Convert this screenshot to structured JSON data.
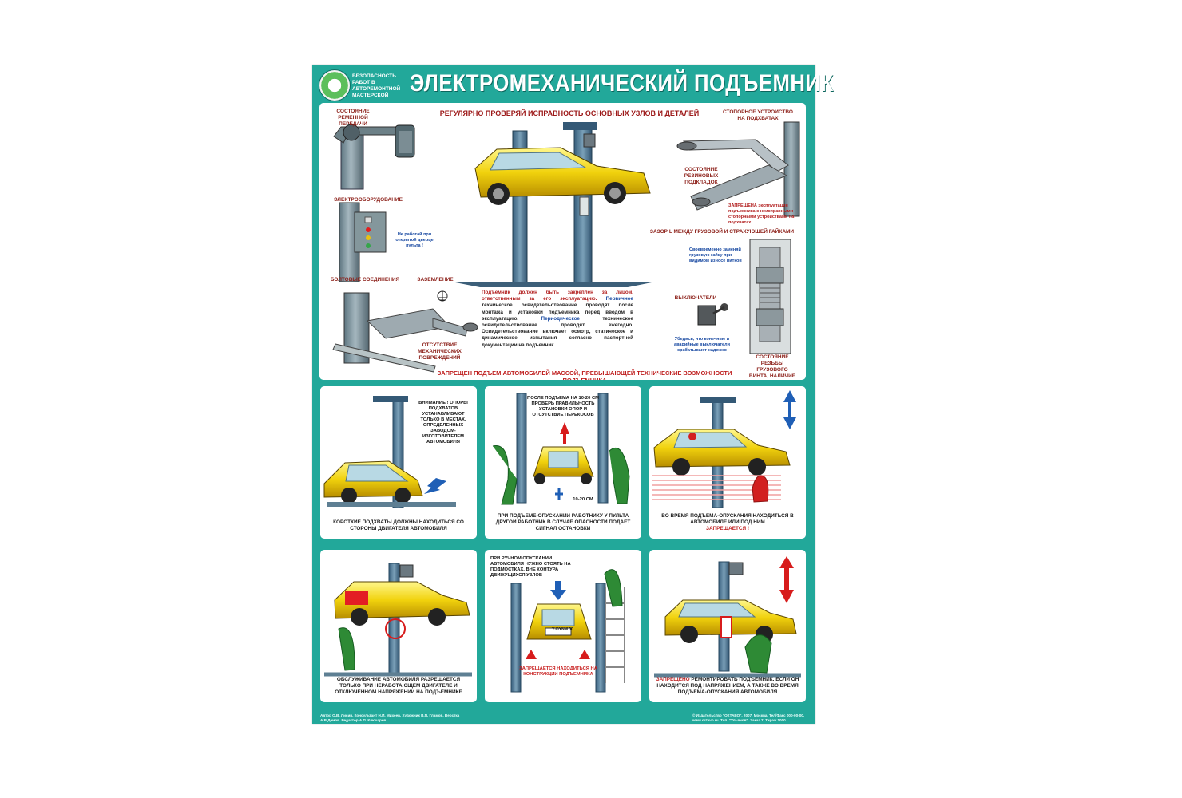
{
  "poster": {
    "logo_caption": "БЕЗОПАСНОСТЬ РАБОТ В АВТОРЕМОНТНОЙ МАСТЕРСКОЙ",
    "title": "ЭЛЕКТРОМЕХАНИЧЕСКИЙ ПОДЪЕМНИК"
  },
  "top_panel": {
    "main_heading": "РЕГУЛЯРНО ПРОВЕРЯЙ ИСПРАВНОСТЬ ОСНОВНЫХ УЗЛОВ И ДЕТАЛЕЙ",
    "labels": {
      "belt_drive": "СОСТОЯНИЕ РЕМЕННОЙ ПЕРЕДАЧИ",
      "electrical": "ЭЛЕКТРООБОРУДОВАНИЕ",
      "bolts": "БОЛТОВЫЕ СОЕДИНЕНИЯ",
      "grounding": "ЗАЗЕМЛЕНИЕ",
      "damage": "ОТСУТСТВИЕ МЕХАНИЧЕСКИХ ПОВРЕЖДЕНИЙ",
      "locking": "СТОПОРНОЕ УСТРОЙСТВО НА ПОДХВАТАХ",
      "pads": "СОСТОЯНИЕ РЕЗИНОВЫХ ПОДКЛАДОК",
      "gap": "ЗАЗОР L МЕЖДУ ГРУЗОВОЙ И СТРАХУЮЩЕЙ ГАЙКАМИ",
      "switches": "ВЫКЛЮЧАТЕЛИ",
      "thread": "СОСТОЯНИЕ РЕЗЬБЫ ГРУЗОВОГО ВИНТА, НАЛИЧИЕ СМАЗКИ"
    },
    "notes": {
      "panel_lock": "Не работай при открытой дверце пульта !",
      "locking_warning": "ЗАПРЕЩЕНА эксплуатация подъемника с неисправными стопорными устройствами на подхватах",
      "nut_note": "Своевременно заменяй грузовую гайку при видимом износе витков",
      "switch_note": "Убедись, что конечные и аварийные выключатели срабатывают надежно"
    },
    "paragraph_red": "Подъемник должен быть закреплен за лицом, ответственным за его эксплуатацию.",
    "paragraph_blue_1": "Первичное",
    "paragraph_text_1": "техническое освидетельствование проводят после монтажа и установки подъемника перед вводом в эксплуатацию.",
    "paragraph_blue_2": "Периодическое",
    "paragraph_text_2": "техническое освидетельствование проводят ежегодно. Освидетельствование включает осмотр, статическое и динамическое испытания согласно паспортной документации на подъемник",
    "warning": "ЗАПРЕЩЕН ПОДЪЕМ АВТОМОБИЛЕЙ МАССОЙ, ПРЕВЫШАЮЩЕЙ ТЕХНИЧЕСКИЕ ВОЗМОЖНОСТИ ПОДЪЕМНИКА"
  },
  "panels": [
    {
      "top_note": "ВНИМАНИЕ ! Опоры подхватов устанавливают только в местах, определенных заводом-изготовителем автомобиля",
      "caption": "КОРОТКИЕ ПОДХВАТЫ ДОЛЖНЫ НАХОДИТЬСЯ СО СТОРОНЫ ДВИГАТЕЛЯ АВТОМОБИЛЯ"
    },
    {
      "top_note": "ПОСЛЕ ПОДЪЕМА НА 10-20 см ПРОВЕРЬ ПРАВИЛЬНОСТЬ УСТАНОВКИ ОПОР И ОТСУТСТВИЕ ПЕРЕКОСОВ",
      "measure": "10-20 см",
      "caption": "ПРИ ПОДЪЕМЕ-ОПУСКАНИИ РАБОТНИКУ У ПУЛЬТА ДРУГОЙ РАБОТНИК В СЛУЧАЕ ОПАСНОСТИ ПОДАЕТ СИГНАЛ ОСТАНОВКИ"
    },
    {
      "caption": "ВО ВРЕМЯ ПОДЪЕМА-ОПУСКАНИЯ НАХОДИТЬСЯ В АВТОМОБИЛЕ ИЛИ ПОД НИМ",
      "caption_red": "ЗАПРЕЩАЕТСЯ !"
    },
    {
      "caption": "ОБСЛУЖИВАНИЕ АВТОМОБИЛЯ РАЗРЕШАЕТСЯ ТОЛЬКО ПРИ НЕРАБОТАЮЩЕМ ДВИГАТЕЛЕ И ОТКЛЮЧЕННОМ НАПРЯЖЕНИИ НА ПОДЪЕМНИКЕ"
    },
    {
      "top_note": "ПРИ РУЧНОМ ОПУСКАНИИ АВТОМОБИЛЯ НУЖНО СТОЯТЬ НА ПОДМОСТКАХ, ВНЕ КОНТУРА ДВИЖУЩИХСЯ УЗЛОВ",
      "plate": "Y·DYNm 00",
      "warning_red": "ЗАПРЕЩАЕТСЯ НАХОДИТЬСЯ НА КОНСТРУКЦИИ ПОДЪЕМНИКА"
    },
    {
      "caption_red": "ЗАПРЕЩЕНО",
      "caption": "РЕМОНТИРОВАТЬ ПОДЪЕМНИК, ЕСЛИ ОН НАХОДИТСЯ ПОД НАПРЯЖЕНИЕМ, А ТАКЖЕ ВО ВРЕМЯ ПОДЪЕМА-ОПУСКАНИЯ АВТОМОБИЛЯ"
    }
  ],
  "footer": {
    "left": "Автор О.В. Лисин, Консультант Н.И. Михеев. Художник В.П. Гламов. Верстка А.В.Демов. Редактор А.П. Ключарев",
    "right": "© Издательство \"ОКТАВО\", 2007, Москва. Тел/Факс 000-00-00, www.octavo.ru. Тип. \"Ульянов\". Заказ 7. Тираж 1000"
  },
  "colors": {
    "poster_background": "#22a89a",
    "car_yellow": "#f6d51a",
    "lift_blue": "#4d7895",
    "warning_red": "#c81f1f",
    "arrow_blue": "#1f5fb6"
  }
}
